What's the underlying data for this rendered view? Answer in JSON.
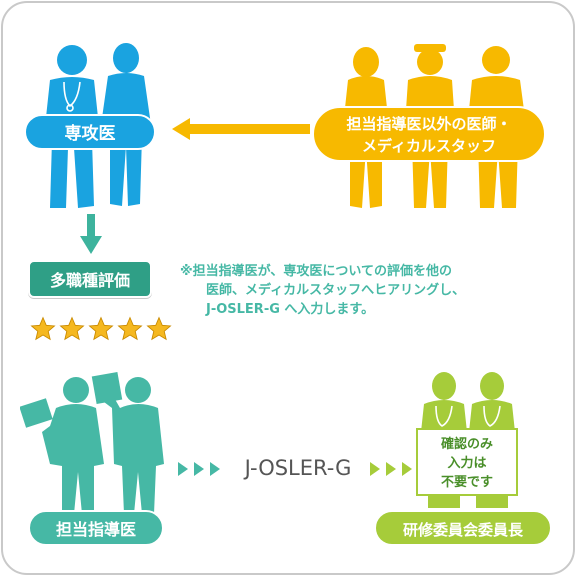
{
  "labels": {
    "resident": "専攻医",
    "staff_line1": "担当指導医以外の医師・",
    "staff_line2": "メディカルスタッフ",
    "evaluation": "多職種評価",
    "note_line1": "※担当指導医が、専攻医についての評価を他の",
    "note_line2": "医師、メディカルスタッフへヒアリングし、",
    "note_line3": "J-OSLER-G へ入力します。",
    "system": "J-OSLER-G",
    "supervisor": "担当指導医",
    "committee": "研修委員会委員長",
    "box_line1": "確認のみ",
    "box_line2": "入力は",
    "box_line3": "不要です"
  },
  "rating": {
    "stars": 5,
    "max": 5
  },
  "colors": {
    "blue": "#1aa3e0",
    "yellow": "#f7b900",
    "teal": "#46b8a5",
    "green": "#a6cc3a",
    "pill_teal": "#2f9f86",
    "star": "#f5b820"
  },
  "icons": [
    "doctor-figure-icon",
    "staff-figure-icon",
    "arrow-left-icon",
    "arrow-down-icon",
    "star-icon",
    "chevron-right-icon"
  ]
}
